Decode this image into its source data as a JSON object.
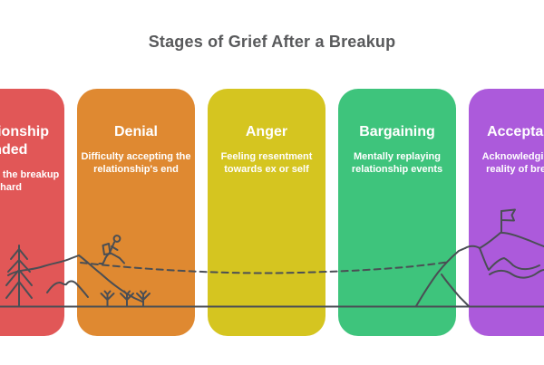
{
  "title": "Stages of Grief After a Breakup",
  "stages": [
    {
      "name": "Relationship Ended",
      "description": "Accepting the breakup is hard",
      "color": "#e15757"
    },
    {
      "name": "Denial",
      "description": "Difficulty accepting the relationship's end",
      "color": "#df8931"
    },
    {
      "name": "Anger",
      "description": "Feeling resentment towards ex or self",
      "color": "#d5c520"
    },
    {
      "name": "Bargaining",
      "description": "Mentally replaying relationship events",
      "color": "#3ec47c"
    },
    {
      "name": "Acceptance",
      "description": "Acknowledging the reality of breakup",
      "color": "#ac5adb"
    }
  ],
  "illustration": {
    "stroke_color": "#4a4e54",
    "icons": [
      "pine-tree-icon",
      "hills-icon",
      "hiker-icon",
      "sprout-icon",
      "dashed-trail-path",
      "mountain-flag-icon",
      "ground-line"
    ]
  },
  "colors": {
    "background": "#ffffff",
    "title_text": "#58595b",
    "card_text": "#ffffff"
  }
}
